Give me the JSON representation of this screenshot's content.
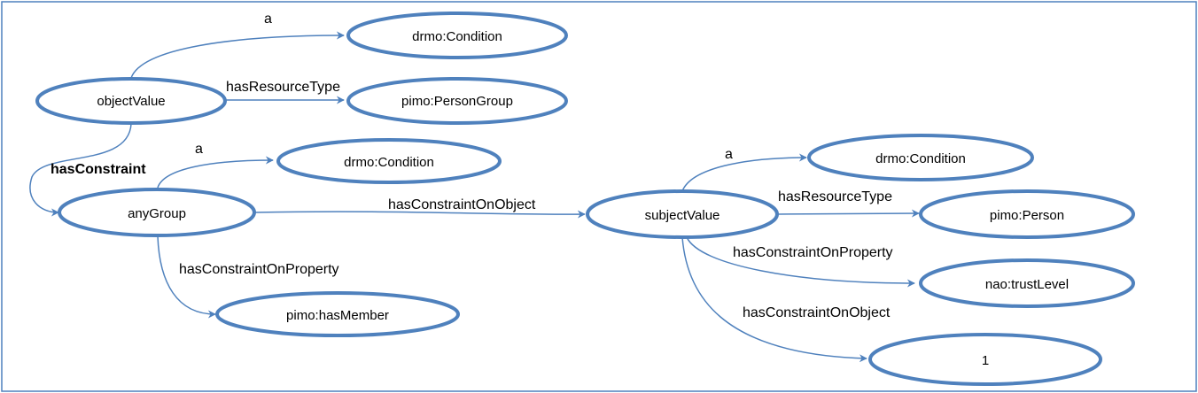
{
  "nodes": {
    "object_value": "objectValue",
    "condition_1": "drmo:Condition",
    "person_group": "pimo:PersonGroup",
    "any_group": "anyGroup",
    "condition_2": "drmo:Condition",
    "has_member": "pimo:hasMember",
    "subject_value": "subjectValue",
    "condition_3": "drmo:Condition",
    "person": "pimo:Person",
    "trust_level": "nao:trustLevel",
    "literal_one": "1"
  },
  "edges": {
    "object_a": "a",
    "object_resource_type": "hasResourceType",
    "has_constraint": "hasConstraint",
    "group_a": "a",
    "group_constraint_on_object": "hasConstraintOnObject",
    "group_constraint_on_property": "hasConstraintOnProperty",
    "subject_a": "a",
    "subject_resource_type": "hasResourceType",
    "subject_constraint_on_property": "hasConstraintOnProperty",
    "subject_constraint_on_object": "hasConstraintOnObject"
  },
  "colors": {
    "stroke": "#4f81bd",
    "text": "#000000",
    "background": "#ffffff"
  }
}
